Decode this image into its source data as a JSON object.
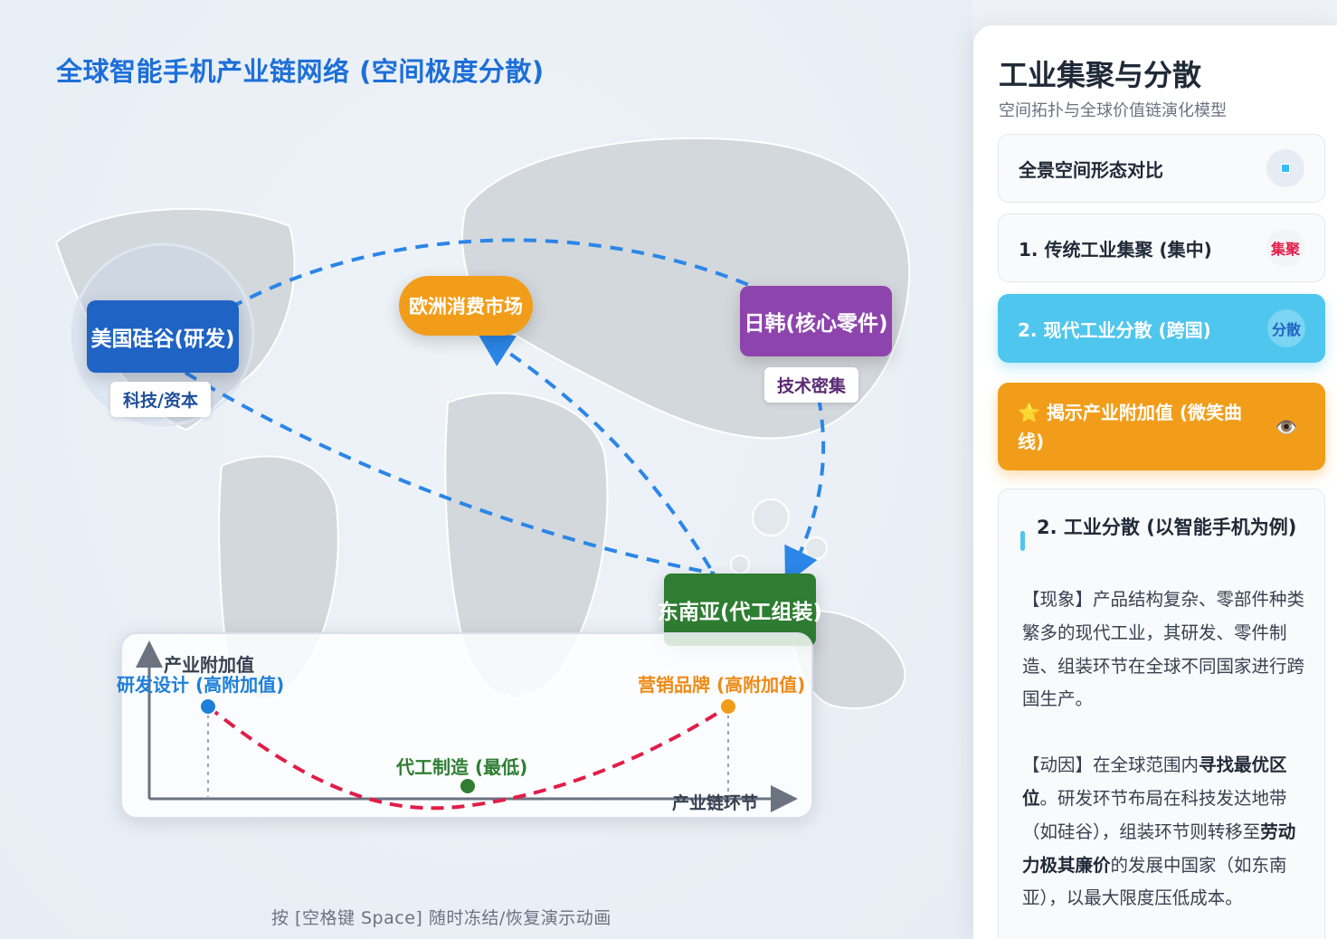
{
  "map": {
    "title": "全球智能手机产业链网络 (空间极度分散)",
    "nodes": {
      "us": "美国硅谷(研发)",
      "eu": "欧洲消费市场",
      "jk": "日韩(核心零件)",
      "sea": "东南亚(代工组装)"
    },
    "tags": {
      "us": "科技/资本",
      "jk": "技术密集"
    }
  },
  "smile": {
    "y_axis": "产业附加值",
    "x_axis": "产业链环节",
    "rd": "研发设计 (高附加值)",
    "marketing": "营销品牌 (高附加值)",
    "manufacturing": "代工制造 (最低)"
  },
  "hint": "按 [空格键 Space] 随时冻结/恢复演示动画",
  "panel": {
    "title": "工业集聚与分散",
    "subtitle": "空间拓扑与全球价值链演化模型",
    "buttons": [
      {
        "label": "全景空间形态对比",
        "icon": "panel-square-icon"
      },
      {
        "label": "1. 传统工业集聚 (集中)",
        "badge": "集聚"
      },
      {
        "label": "2. 现代工业分散 (跨国)",
        "badge": "分散"
      },
      {
        "label": "⭐ 揭示产业附加值 (微笑曲线)",
        "icon": "eye-icon",
        "badge": "👁️"
      }
    ],
    "info": {
      "title": "2. 工业分散 (以智能手机为例)",
      "p1": "【现象】产品结构复杂、零部件种类繁多的现代工业，其研发、零件制造、组装环节在全球不同国家进行跨国生产。",
      "p2_a": "【动因】在全球范围内",
      "p2_b": "寻找最优区位",
      "p2_c": "。研发环节布局在科技发达地带（如硅谷），组装环节则转移至",
      "p2_d": "劳动力极其廉价",
      "p2_e": "的发展中国家（如东南亚），以最大限度压低成本。"
    }
  },
  "colors": {
    "us": "#1f63c4",
    "eu": "#f29d1a",
    "jk": "#8e44ad",
    "sea": "#2e7d32",
    "flow": "#2b86e8",
    "smile_curve": "#e11d48",
    "accent": "#4fc6ee"
  }
}
